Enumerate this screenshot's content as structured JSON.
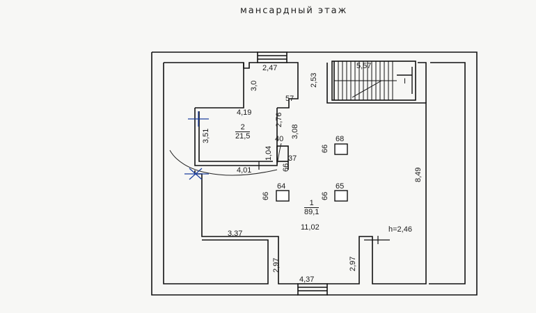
{
  "title": "мансардный этаж",
  "dimensions": {
    "top_window_width": "2,47",
    "stair_width": "5,57",
    "stair_marker": "I",
    "corridor_depth": "2,53",
    "bath_left_height": "3,0",
    "bath_jog": "57",
    "bath_height": "3,51",
    "bath_width": "4,19",
    "bath_inner_height": "2,76",
    "bath_right_height": "3,08",
    "small_jog": "40",
    "small_height": "1,04",
    "small_depth": "66",
    "small_width": "37",
    "bath_bottom_width": "4,01",
    "hall_height": "8,49",
    "lower_left_width": "3,37",
    "hall_width": "11,02",
    "lower_left_height": "2,97",
    "lower_right_height": "2,97",
    "bottom_window_width": "4,37",
    "ceiling_height": "h=2,46"
  },
  "rooms": [
    {
      "number": "2",
      "area": "21,5"
    },
    {
      "number": "1",
      "area": "89,1"
    }
  ],
  "columns": [
    {
      "label": "68",
      "side": "66"
    },
    {
      "label": "64",
      "side": "66"
    },
    {
      "label": "65",
      "side": "66"
    }
  ]
}
